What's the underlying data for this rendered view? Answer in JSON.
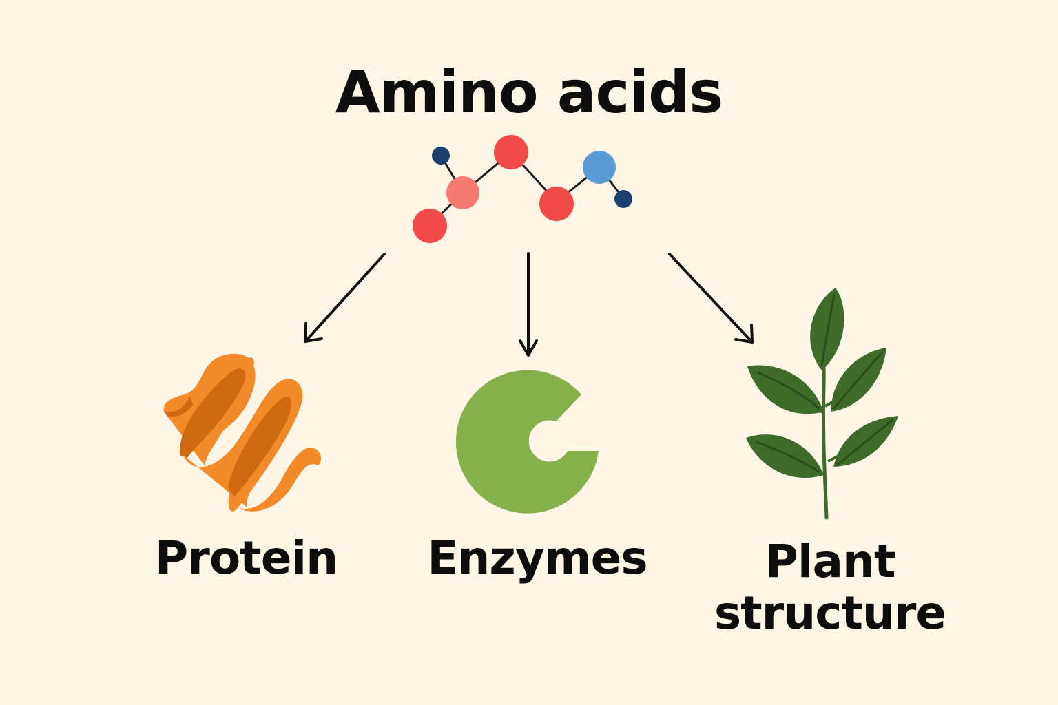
{
  "title": "Amino acids",
  "outputs": [
    {
      "key": "protein",
      "label": "Protein",
      "icon": "protein-helix-icon"
    },
    {
      "key": "enzymes",
      "label": "Enzymes",
      "icon": "enzyme-icon"
    },
    {
      "key": "plant",
      "label": "Plant structure",
      "icon": "plant-icon"
    }
  ],
  "colors": {
    "background": "#fdf6e7",
    "text": "#0d0d0d",
    "atom_red": "#f24a4a",
    "atom_pink": "#f47a72",
    "atom_blue": "#5b9bd5",
    "atom_navy": "#1d3f6e",
    "protein_orange": "#f28a2a",
    "protein_orange_dark": "#cf6a12",
    "enzyme_green": "#86b04a",
    "leaf_green": "#3e6b2a",
    "leaf_green_dark": "#2b4d1c"
  }
}
